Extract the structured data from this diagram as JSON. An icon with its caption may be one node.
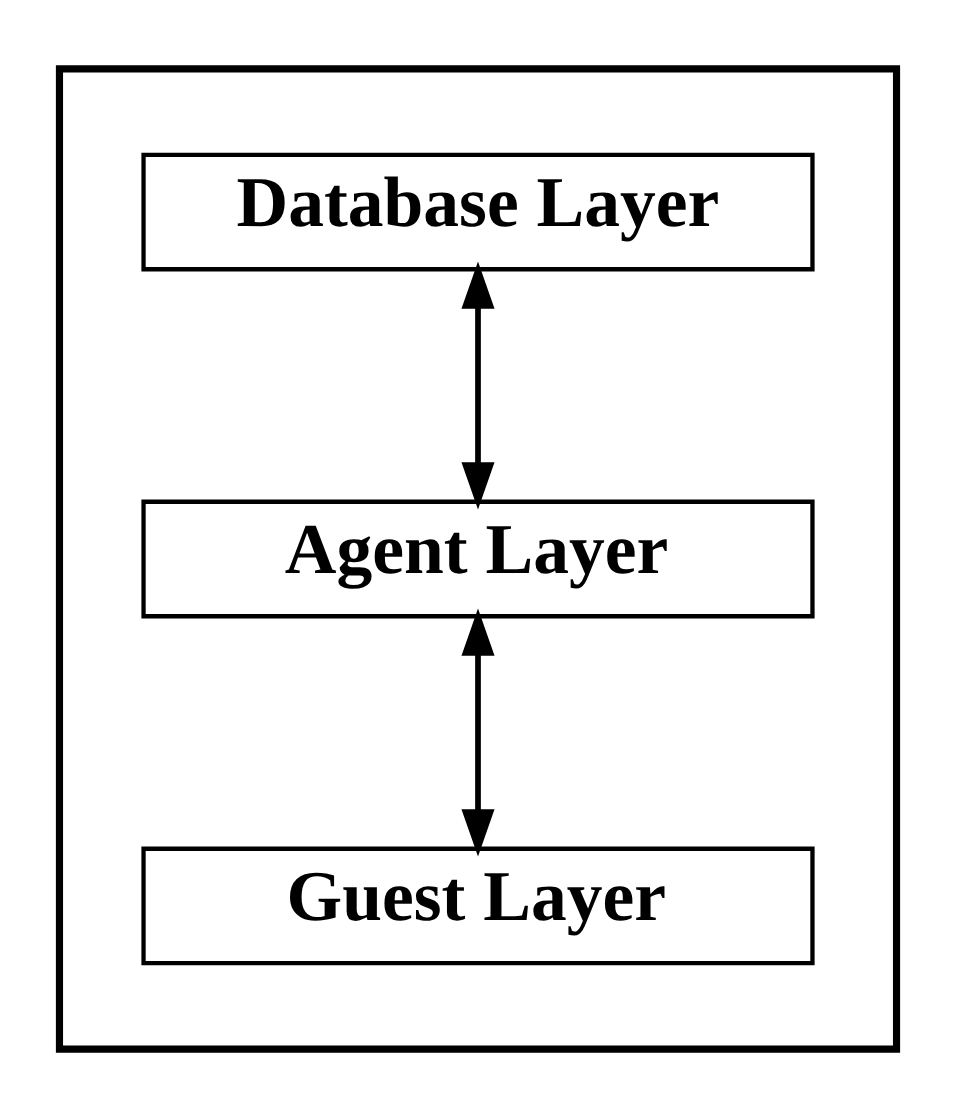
{
  "diagram": {
    "nodes": [
      {
        "text": [],
        "shape": "box"
      },
      {
        "text": [
          "Database Layer"
        ],
        "in": 0
      },
      {
        "text": [
          "Agent Layer"
        ],
        "in": 0
      },
      {
        "text": [
          "Guest Layer"
        ],
        "in": 0
      }
    ],
    "edges": [
      {
        "from": 1,
        "to": 2,
        "arrow": "both"
      },
      {
        "from": 2,
        "to": 3,
        "arrow": "both"
      }
    ]
  }
}
